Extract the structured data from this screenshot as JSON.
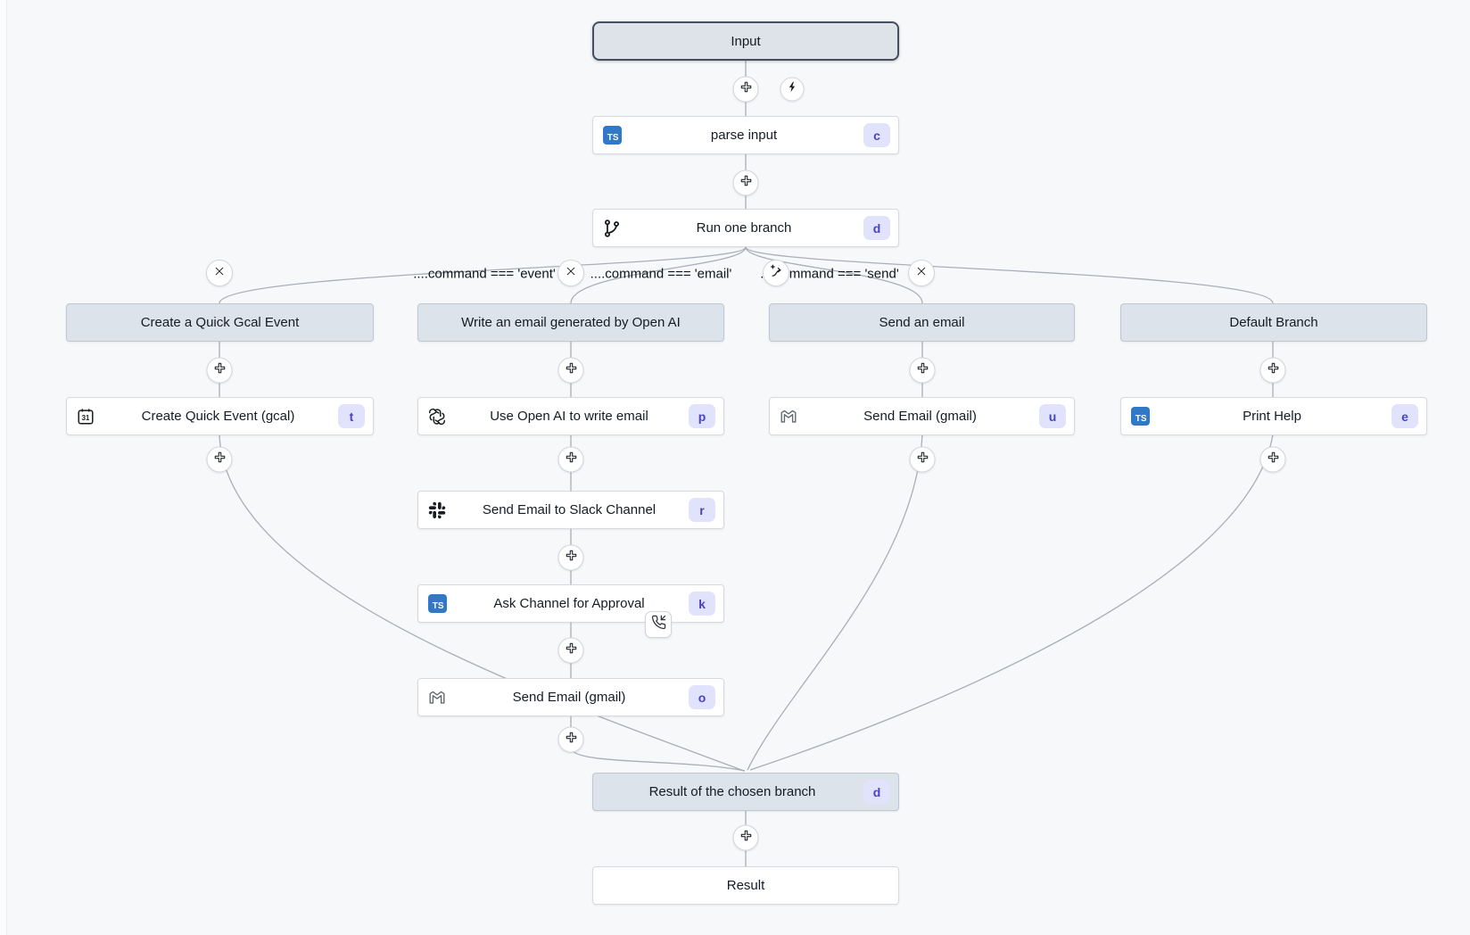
{
  "colors": {
    "canvas_bg": "#f7f8fa",
    "step_node_bg": "#ffffff",
    "header_node_bg": "#dce3ea",
    "selected_border": "#454f5d",
    "edge": "#a9aeb7",
    "badge_bg": "#e0e3fb",
    "badge_text": "#4a43c0",
    "typescript_blue": "#3178c6"
  },
  "icons": {
    "ts_label": "TS",
    "calendar_day": "31"
  },
  "flow": {
    "input": {
      "label": "Input"
    },
    "steps": {
      "parse_input": {
        "label": "parse input",
        "badge": "c",
        "icon": "typescript-icon"
      },
      "run_one_branch": {
        "label": "Run one branch",
        "badge": "d",
        "icon": "git-branch-icon"
      }
    },
    "branch_conditions": [
      {
        "label": "....command === 'event'"
      },
      {
        "label": "....command === 'email'"
      },
      {
        "label": "....command === 'send'"
      }
    ],
    "branches": [
      {
        "header": "Create a Quick Gcal Event",
        "steps": [
          {
            "label": "Create Quick Event (gcal)",
            "badge": "t",
            "icon": "calendar-icon"
          }
        ]
      },
      {
        "header": "Write an email generated by Open AI",
        "steps": [
          {
            "label": "Use Open AI to write email",
            "badge": "p",
            "icon": "openai-icon"
          },
          {
            "label": "Send Email to Slack Channel",
            "badge": "r",
            "icon": "slack-icon"
          },
          {
            "label": "Ask Channel for Approval",
            "badge": "k",
            "icon": "typescript-icon"
          },
          {
            "label": "Send Email (gmail)",
            "badge": "o",
            "icon": "gmail-icon"
          }
        ]
      },
      {
        "header": "Send an email",
        "steps": [
          {
            "label": "Send Email (gmail)",
            "badge": "u",
            "icon": "gmail-icon"
          }
        ]
      },
      {
        "header": "Default Branch",
        "steps": [
          {
            "label": "Print Help",
            "badge": "e",
            "icon": "typescript-icon"
          }
        ]
      }
    ],
    "result_branch": {
      "label": "Result of the chosen branch",
      "badge": "d"
    },
    "result": {
      "label": "Result"
    }
  }
}
